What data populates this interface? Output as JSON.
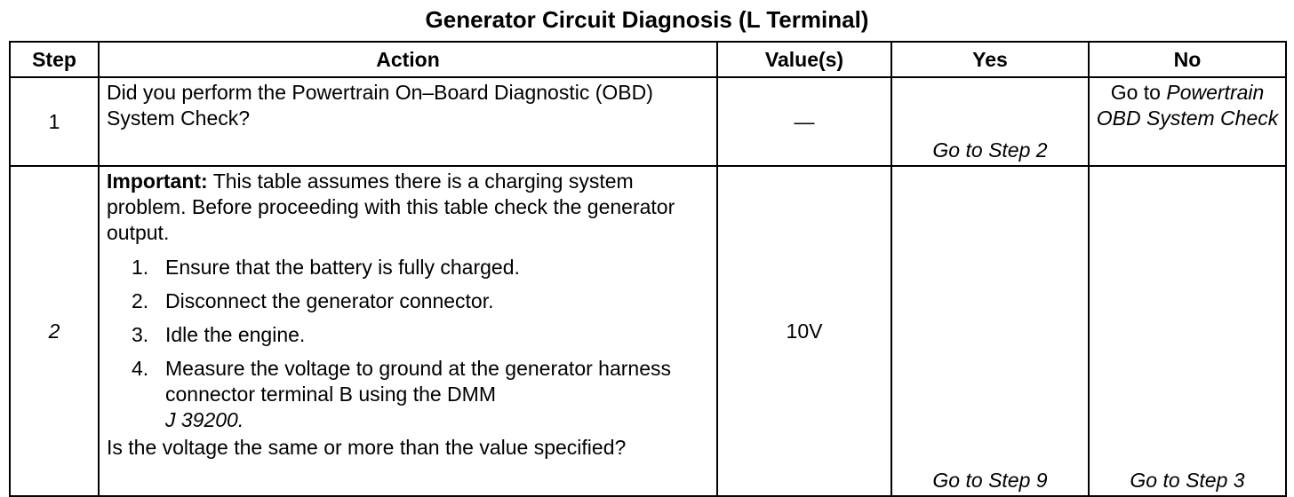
{
  "title": "Generator Circuit Diagnosis (L Terminal)",
  "table": {
    "headers": {
      "step": "Step",
      "action": "Action",
      "values": "Value(s)",
      "yes": "Yes",
      "no": "No"
    },
    "rows": [
      {
        "step": "1",
        "action": "Did you perform the Powertrain On–Board Diagnostic (OBD) System Check?",
        "value": "—",
        "yes": "Go to Step 2",
        "no_prefix": "Go to ",
        "no_link": "Powertrain OBD System Check"
      },
      {
        "step": "2",
        "important_label": "Important:",
        "important_text": " This table assumes there is a charging system problem. Before proceeding with this table check the generator output.",
        "steps": [
          {
            "num": "1.",
            "text": "Ensure that the battery is fully charged."
          },
          {
            "num": "2.",
            "text": "Disconnect the generator connector."
          },
          {
            "num": "3.",
            "text": "Idle the engine."
          },
          {
            "num": "4.",
            "text": "Measure the voltage to ground at the generator harness connector terminal B using the DMM",
            "tool": "J 39200."
          }
        ],
        "question": "Is the voltage the same or more than the value specified?",
        "value": "10V",
        "yes": "Go to Step 9",
        "no": "Go to Step 3"
      }
    ]
  }
}
